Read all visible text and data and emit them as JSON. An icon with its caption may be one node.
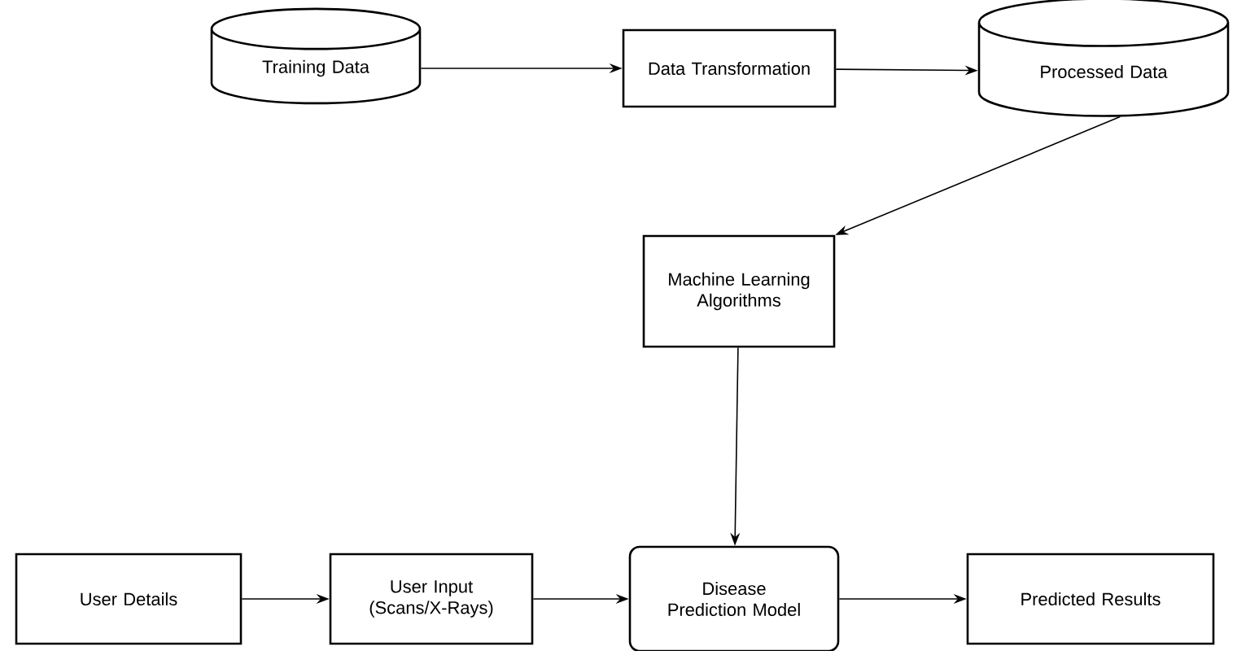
{
  "diagram": {
    "nodes": [
      {
        "text": [
          "Training Data"
        ]
      },
      {
        "text": [
          "Data Transformation"
        ]
      },
      {
        "text": [
          "Processed Data"
        ]
      },
      {
        "text": [
          "Machine Learning Algorithms"
        ]
      },
      {
        "text": [
          "User Details"
        ]
      },
      {
        "text": [
          "User Input (Scans/X-Rays)"
        ]
      },
      {
        "text": [
          "Disease Prediction Model"
        ]
      },
      {
        "text": [
          "Predicted Results"
        ]
      }
    ],
    "edges": [
      {
        "from": 0,
        "to": 1,
        "arrow": "to"
      },
      {
        "from": 1,
        "to": 2,
        "arrow": "to"
      },
      {
        "from": 2,
        "to": 3,
        "arrow": "to"
      },
      {
        "from": 3,
        "to": 6,
        "arrow": "to"
      },
      {
        "from": 4,
        "to": 5,
        "arrow": "to"
      },
      {
        "from": 5,
        "to": 6,
        "arrow": "to"
      },
      {
        "from": 6,
        "to": 7,
        "arrow": "to"
      }
    ]
  }
}
